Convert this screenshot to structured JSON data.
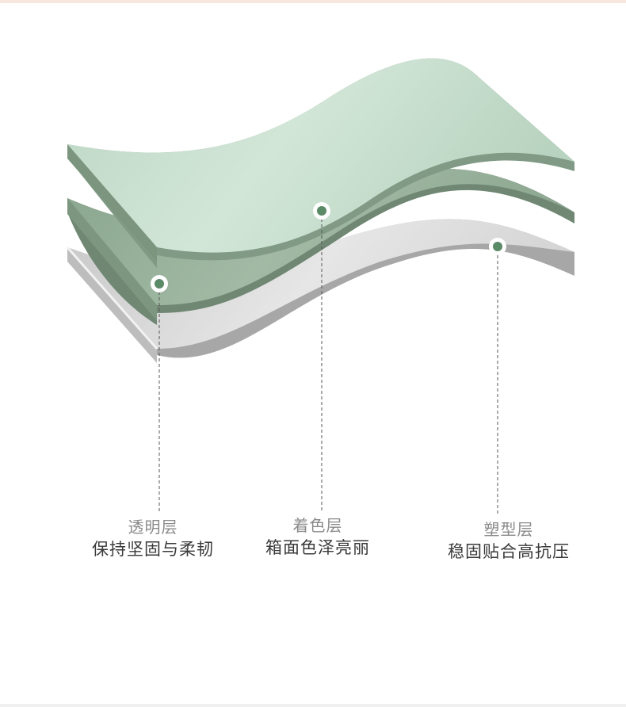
{
  "layers": [
    {
      "id": "transparent",
      "title": "透明层",
      "desc": "保持坚固与柔韧"
    },
    {
      "id": "color",
      "title": "着色层",
      "desc": "箱面色泽亮丽"
    },
    {
      "id": "plastic",
      "title": "塑型层",
      "desc": "稳固贴合高抗压"
    }
  ],
  "colors": {
    "transparent_top": "#c6ddcc",
    "transparent_edge": "#7f9a86",
    "color_top": "#95ae98",
    "color_edge": "#6d8571",
    "plastic_top": "#dcdcdc",
    "plastic_edge": "#a9a9a9",
    "marker": "#5b8a66",
    "title_text": "#8a8a8a",
    "desc_text": "#3a3a3a"
  }
}
